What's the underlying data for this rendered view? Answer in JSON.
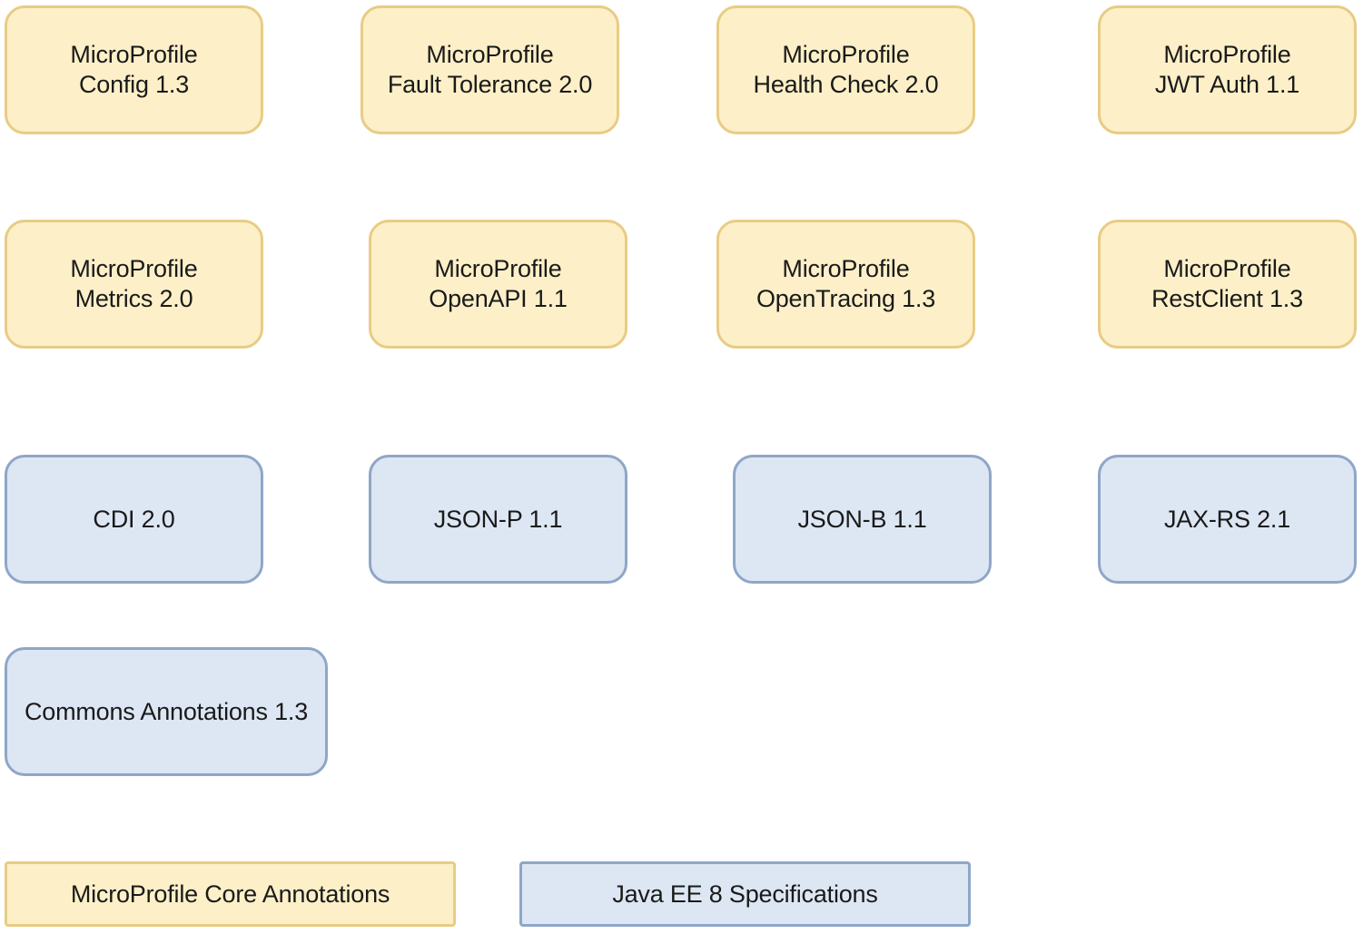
{
  "microprofile": {
    "config": {
      "line1": "MicroProfile",
      "line2": "Config 1.3"
    },
    "fault_tolerance": {
      "line1": "MicroProfile",
      "line2": "Fault Tolerance 2.0"
    },
    "health_check": {
      "line1": "MicroProfile",
      "line2": "Health Check 2.0"
    },
    "jwt_auth": {
      "line1": "MicroProfile",
      "line2": "JWT Auth 1.1"
    },
    "metrics": {
      "line1": "MicroProfile",
      "line2": "Metrics 2.0"
    },
    "openapi": {
      "line1": "MicroProfile",
      "line2": "OpenAPI 1.1"
    },
    "opentracing": {
      "line1": "MicroProfile",
      "line2": "OpenTracing 1.3"
    },
    "restclient": {
      "line1": "MicroProfile",
      "line2": "RestClient 1.3"
    }
  },
  "javaee": {
    "cdi": "CDI 2.0",
    "jsonp": "JSON-P 1.1",
    "jsonb": "JSON-B 1.1",
    "jaxrs": "JAX-RS 2.1",
    "commons_annotations": "Commons Annotations 1.3"
  },
  "legend": {
    "microprofile": "MicroProfile Core Annotations",
    "javaee": "Java EE 8 Specifications"
  },
  "colors": {
    "microprofile_fill": "#fdf0c8",
    "microprofile_border": "#e8cc84",
    "javaee_fill": "#dde7f4",
    "javaee_border": "#8fa6c7"
  }
}
